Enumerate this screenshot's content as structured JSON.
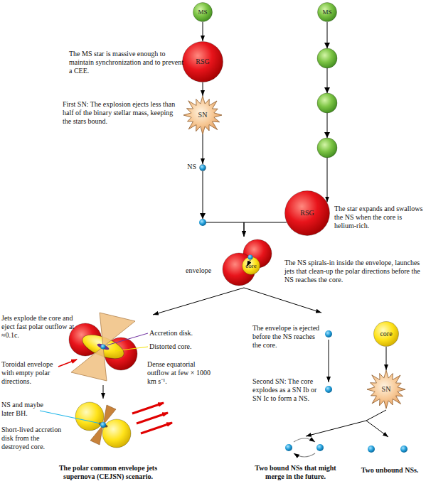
{
  "diagram": {
    "nodes": [
      {
        "text": [
          "MS"
        ]
      },
      {
        "text": [
          "MS"
        ]
      },
      {
        "text": [
          "RSG"
        ]
      },
      {
        "text": [
          "SN"
        ]
      },
      {
        "text": [
          "NS"
        ]
      },
      {
        "text": [
          "RSG"
        ]
      },
      {
        "text": [
          "envelope"
        ]
      },
      {
        "text": [
          "core"
        ],
        "in": 6
      },
      {
        "text": [
          "core"
        ]
      },
      {
        "text": [
          "SN"
        ]
      }
    ],
    "edges": [
      {
        "from": 0,
        "to": 2,
        "arrow": "to"
      },
      {
        "from": 2,
        "to": 3,
        "arrow": "to"
      },
      {
        "from": 3,
        "to": 4,
        "arrow": "to"
      },
      {
        "from": 1,
        "to": 5,
        "arrow": "to"
      },
      {
        "from": 4,
        "to": 6,
        "arrow": "to"
      },
      {
        "from": 5,
        "to": 6,
        "arrow": "to"
      },
      {
        "from": 8,
        "to": 9,
        "arrow": "to"
      }
    ],
    "labels": [
      "The MS star is massive enough to maintain synchronization and to prevent a CEE.",
      "First SN: The explosion ejects less than half of the binary stellar mass, keeping the stars bound.",
      "The star expands and swallows the NS when the core is helium-rich.",
      "The NS spirals-in inside the envelope, launches jets that clean-up the polar directions before the NS reaches the core.",
      "Jets explode the core and eject fast polar outflow at ≈0.1c.",
      "Accretion disk.",
      "Distorted core.",
      "Toroidal envelope with empty polar directions.",
      "Dense equatorial outflow at few × 1000 km s⁻¹.",
      "NS and maybe later BH.",
      "Short-lived accretion disk from the destroyed core.",
      "The polar common envelope jets supernova (CEJSN) scenario.",
      "The envelope is ejected before the NS reaches the core.",
      "Second SN: The core explodes as a SN Ib or SN Ic to form a NS.",
      "Two bound NSs that might merge in the future.",
      "Two unbound NSs."
    ]
  }
}
